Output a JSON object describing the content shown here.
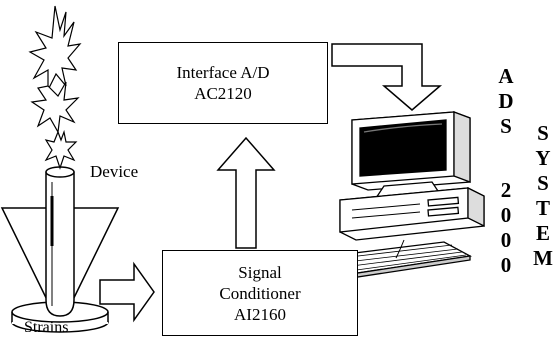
{
  "interface_box": {
    "line1": "Interface A/D",
    "line2": "AC2120"
  },
  "conditioner_box": {
    "line1": "Signal",
    "line2": "Conditioner",
    "line3": "AI2160"
  },
  "labels": {
    "device": "Device",
    "strains": "Strains"
  },
  "vertical_text": {
    "ads": [
      "A",
      "D",
      "S"
    ],
    "number": [
      "2",
      "0",
      "0",
      "0"
    ],
    "system": [
      "S",
      "Y",
      "S",
      "T",
      "E",
      "M"
    ]
  },
  "icons": [
    "explosion-icon",
    "test-tube-icon",
    "funnel-icon",
    "computer-icon",
    "hollow-arrow-icon"
  ]
}
